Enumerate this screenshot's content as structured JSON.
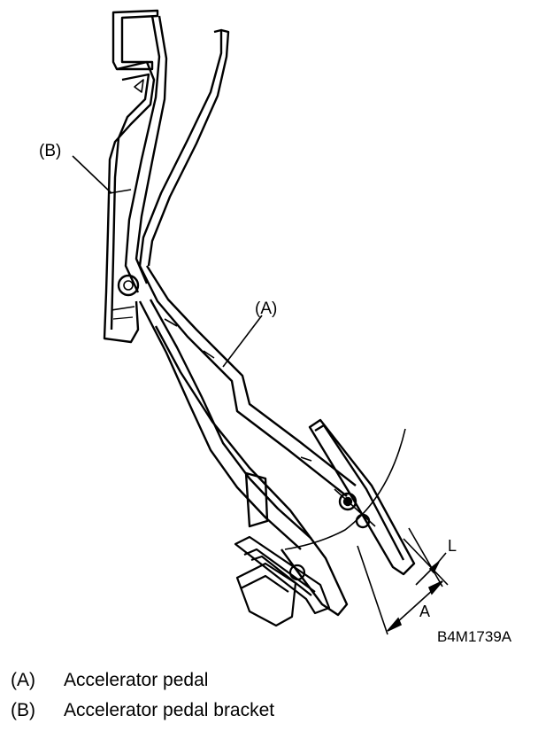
{
  "callouts": {
    "a": "(A)",
    "b": "(B)"
  },
  "dimensions": {
    "a": "A",
    "l": "L"
  },
  "figure_code": "B4M1739A",
  "legend": [
    {
      "key": "(A)",
      "text": "Accelerator pedal"
    },
    {
      "key": "(B)",
      "text": "Accelerator pedal bracket"
    }
  ]
}
